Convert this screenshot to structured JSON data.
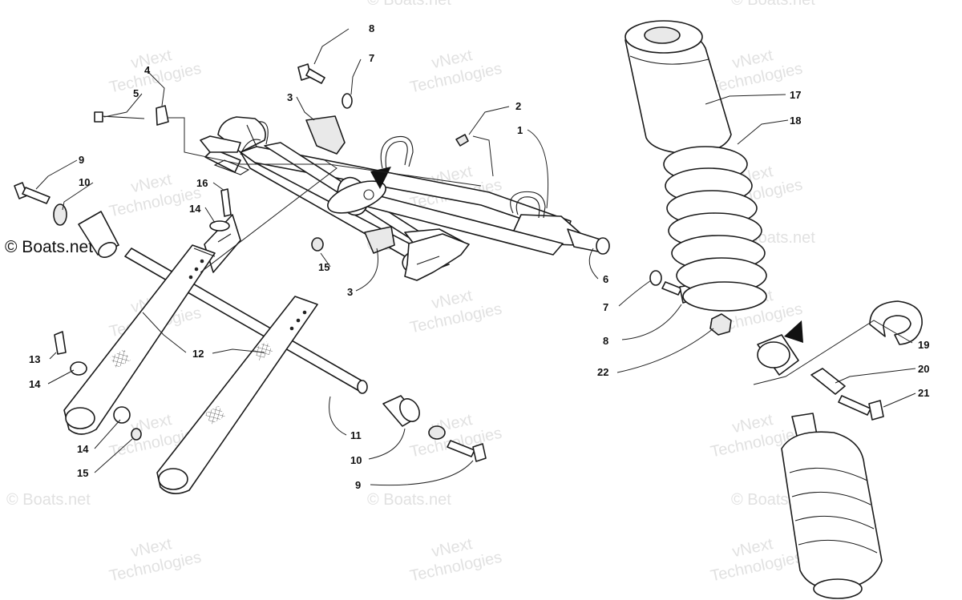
{
  "copyright": "© Boats.net",
  "watermarks": {
    "vendor_line1": "vNext",
    "vendor_line2": "Technologies",
    "site": "© Boats.net"
  },
  "callouts": [
    "1",
    "2",
    "3",
    "4",
    "5",
    "6",
    "7",
    "8",
    "9",
    "10",
    "11",
    "12",
    "13",
    "14",
    "15",
    "16",
    "17",
    "18",
    "19",
    "20",
    "21",
    "22"
  ]
}
